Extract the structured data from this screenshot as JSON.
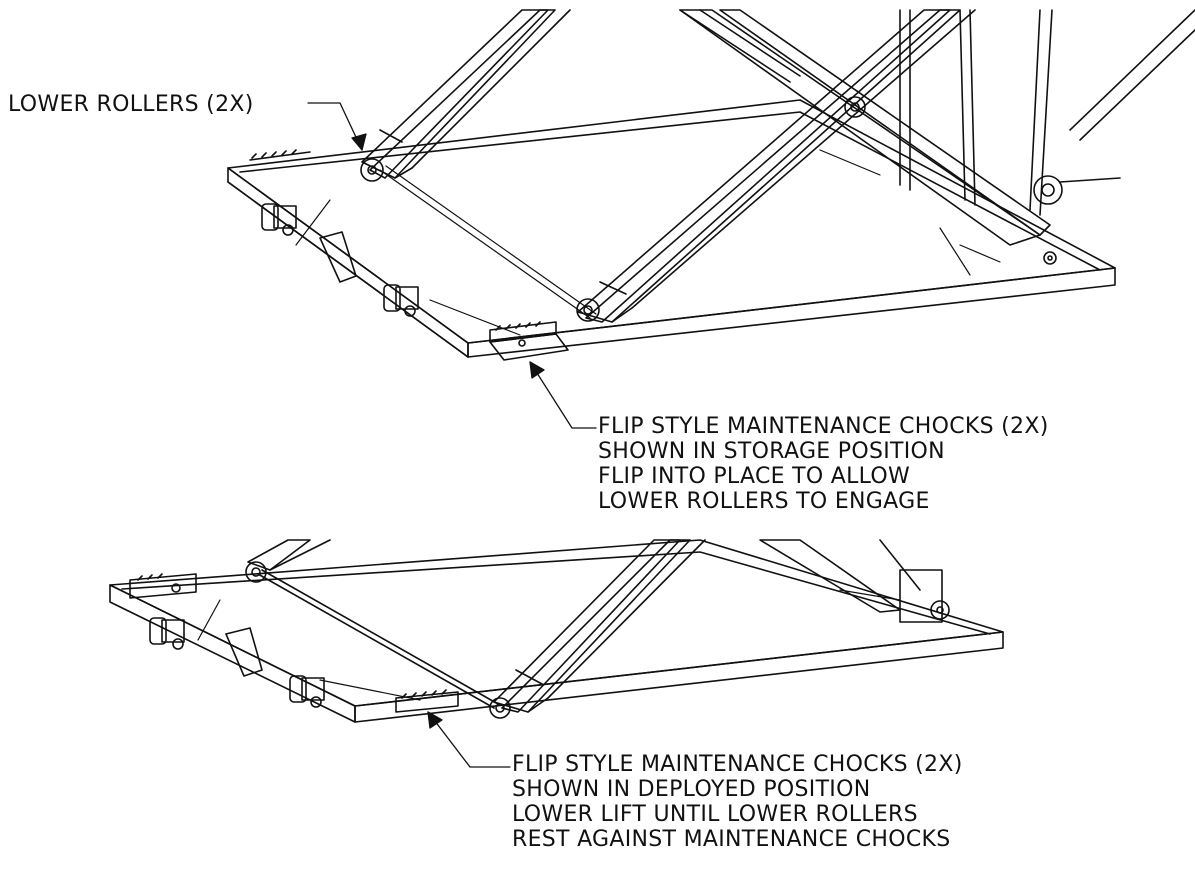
{
  "labels": {
    "lower_rollers": "LOWER ROLLERS (2X)",
    "storage": {
      "line1": "FLIP STYLE MAINTENANCE CHOCKS (2X)",
      "line2": "SHOWN IN STORAGE POSITION",
      "line3": "FLIP INTO PLACE TO ALLOW",
      "line4": "LOWER ROLLERS TO ENGAGE"
    },
    "deployed": {
      "line1": "FLIP STYLE MAINTENANCE CHOCKS (2X)",
      "line2": "SHOWN IN DEPLOYED POSITION",
      "line3": "LOWER LIFT UNTIL LOWER ROLLERS",
      "line4": "REST AGAINST MAINTENANCE CHOCKS"
    }
  },
  "colors": {
    "ink": "#111111",
    "background": "#ffffff"
  }
}
